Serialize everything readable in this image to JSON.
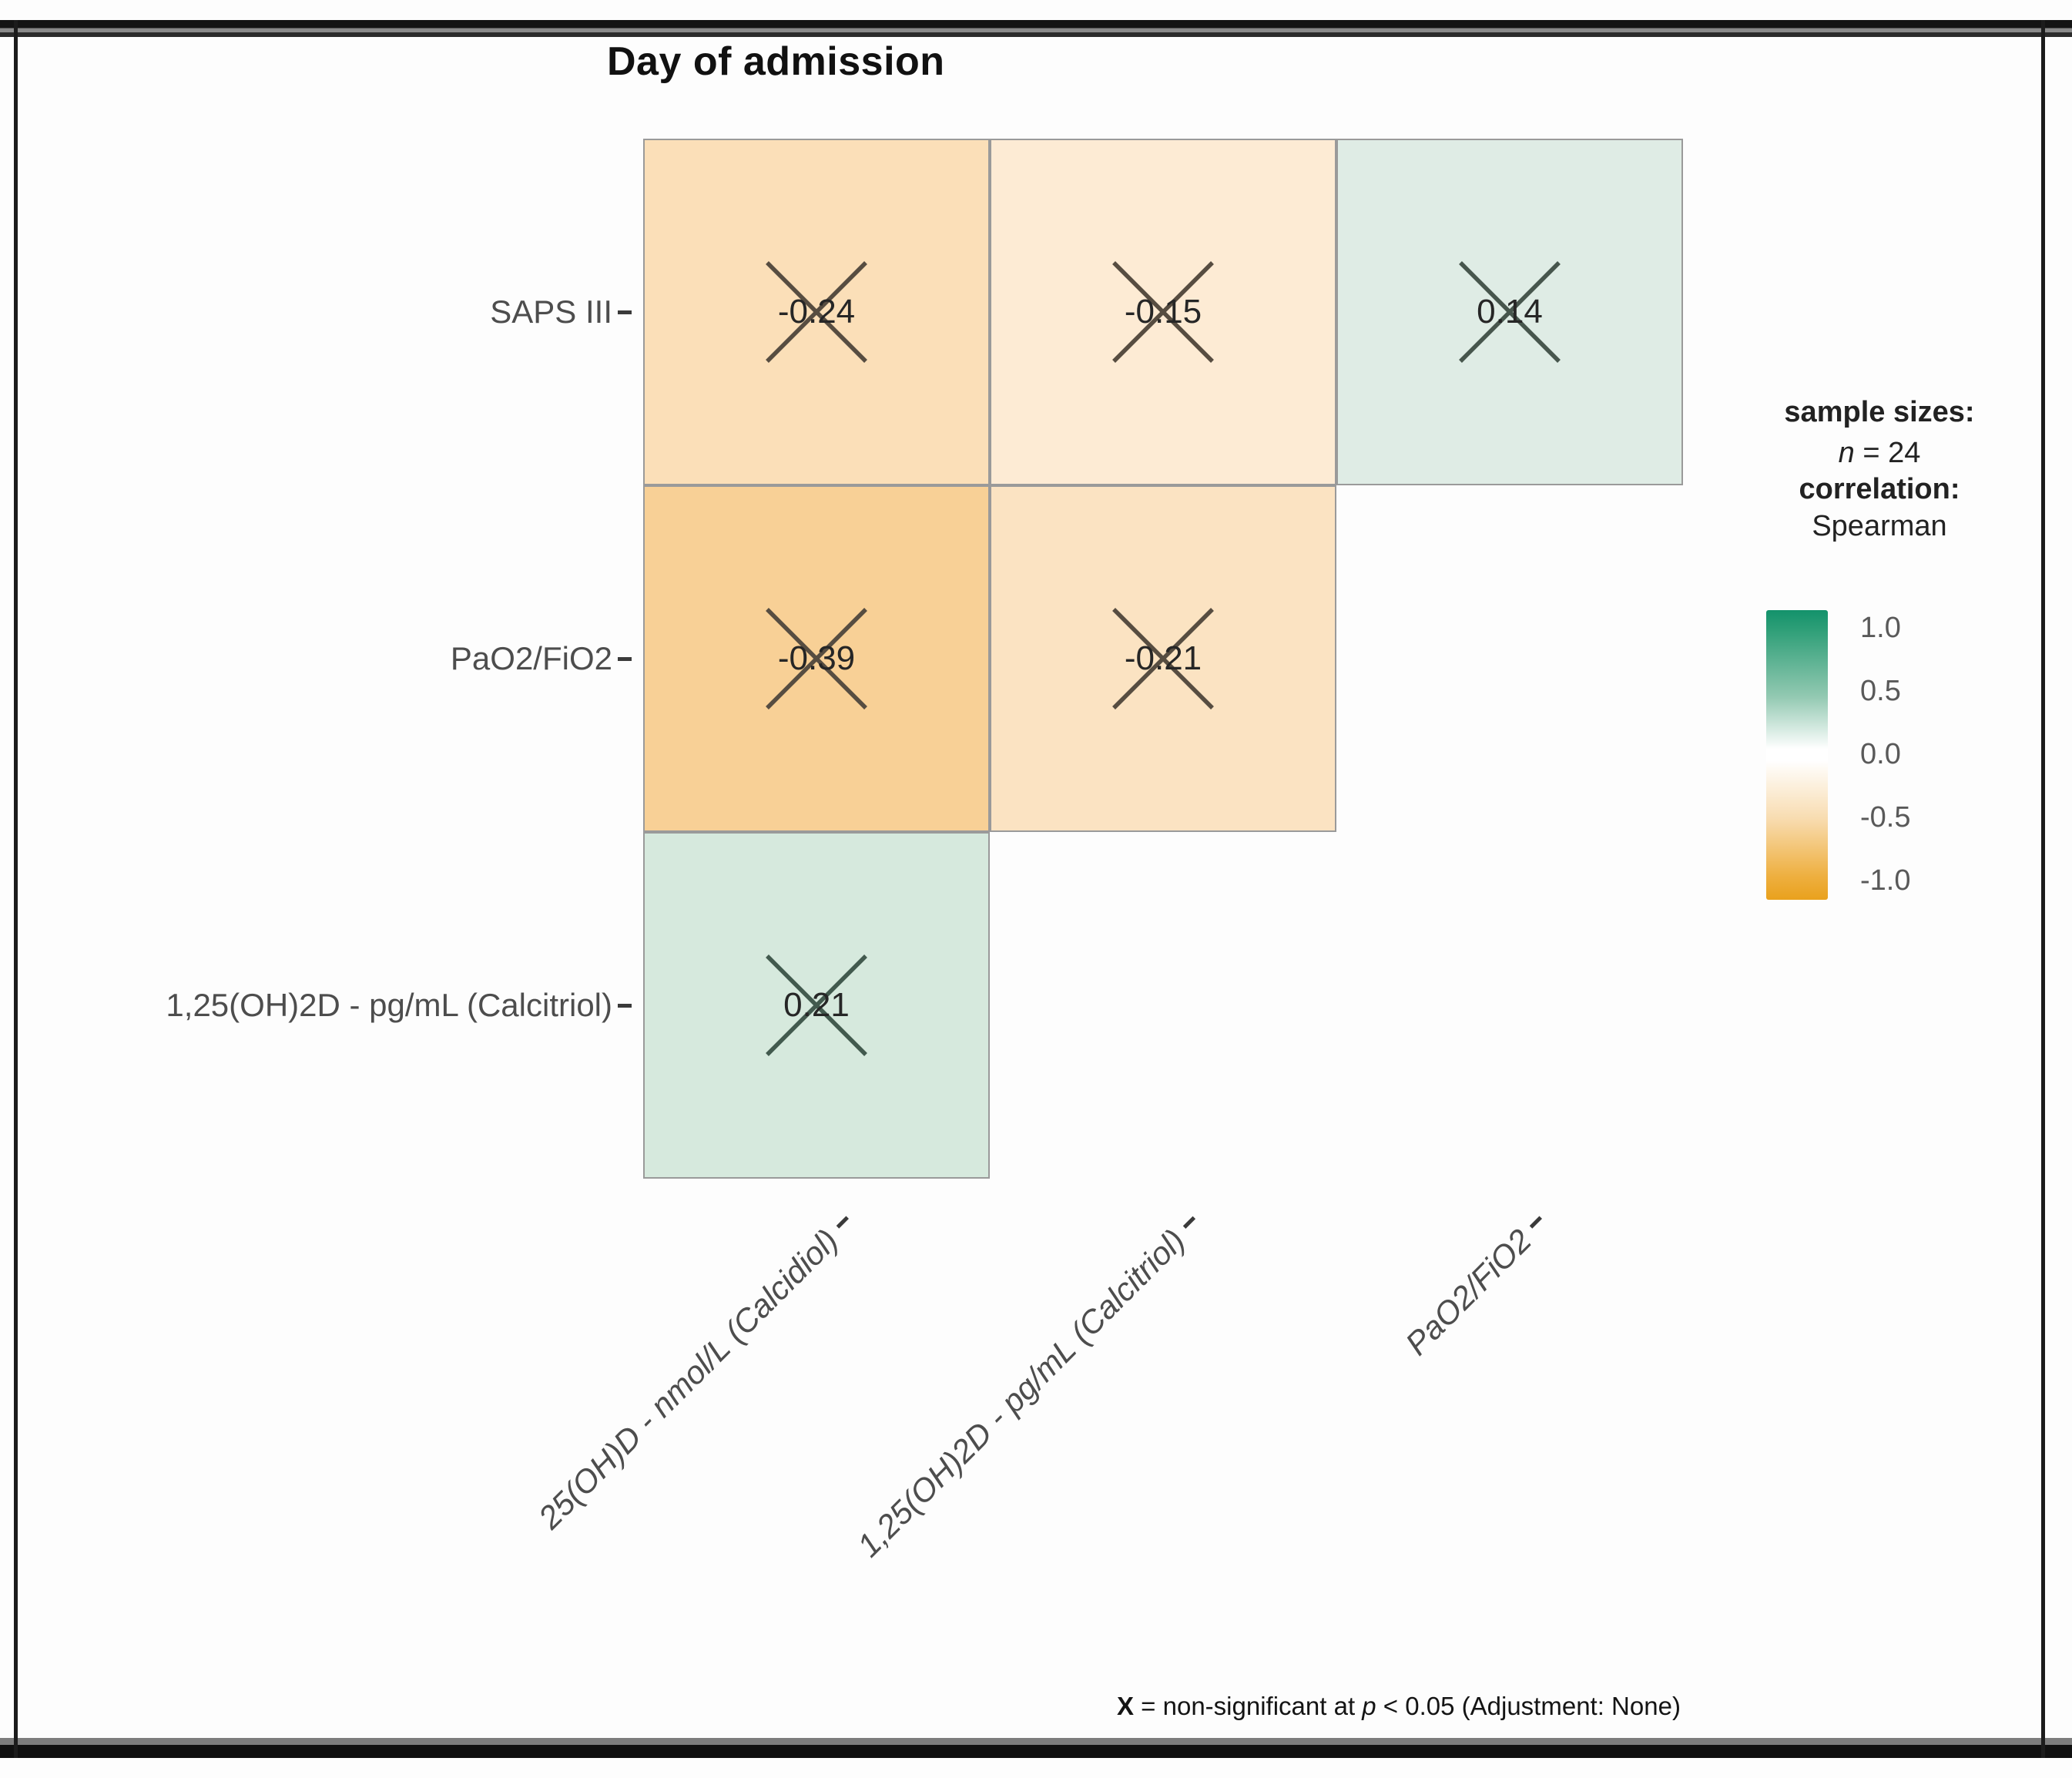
{
  "title": "Day of admission",
  "axes": {
    "y_labels": [
      "SAPS III",
      "PaO2/FiO2",
      "1,25(OH)2D - pg/mL (Calcitriol)"
    ],
    "x_labels": [
      "25(OH)D - nmol/L (Calcidiol)",
      "1,25(OH)2D - pg/mL (Calcitriol)",
      "PaO2/FiO2"
    ]
  },
  "cells": [
    {
      "row": "SAPS III",
      "column": "25(OH)D - nmol/L (Calcidiol)",
      "value": "-0.24",
      "color": "#fbdfb8",
      "x_color": "#574d41"
    },
    {
      "row": "SAPS III",
      "column": "1,25(OH)2D - pg/mL (Calcitriol)",
      "value": "-0.15",
      "color": "#fdebd4",
      "x_color": "#574d41"
    },
    {
      "row": "SAPS III",
      "column": "PaO2/FiO2",
      "value": "0.14",
      "color": "#dfece5",
      "x_color": "#47564d"
    },
    {
      "row": "PaO2/FiO2",
      "column": "25(OH)D - nmol/L (Calcidiol)",
      "value": "-0.39",
      "color": "#f8d096",
      "x_color": "#574d41"
    },
    {
      "row": "PaO2/FiO2",
      "column": "1,25(OH)2D - pg/mL (Calcitriol)",
      "value": "-0.21",
      "color": "#fbe3c2",
      "x_color": "#574d41"
    },
    {
      "row": "1,25(OH)2D - pg/mL (Calcitriol)",
      "column": "25(OH)D - nmol/L (Calcidiol)",
      "value": "0.21",
      "color": "#d6e9dd",
      "x_color": "#425a4e"
    }
  ],
  "legend": {
    "sample_sizes_label": "sample sizes:",
    "n_italic": "n",
    "n_rest": " = 24",
    "correlation_label": "correlation:",
    "correlation_method": "Spearman",
    "ticks": [
      "1.0",
      "0.5",
      "0.0",
      "-0.5",
      "-1.0"
    ],
    "gradient_top": "#13926b",
    "gradient_mid": "#ffffff",
    "gradient_bottom": "#e9a11d"
  },
  "footer": {
    "x_symbol": "X",
    "text_mid": " = non-significant at ",
    "p_italic": "p",
    "text_rest": " < 0.05 (Adjustment: None)"
  },
  "chart_data": {
    "type": "heatmap",
    "title": "Day of admission",
    "rows": [
      "SAPS III",
      "PaO2/FiO2",
      "1,25(OH)2D - pg/mL (Calcitriol)"
    ],
    "columns": [
      "25(OH)D - nmol/L (Calcidiol)",
      "1,25(OH)2D - pg/mL (Calcitriol)",
      "PaO2/FiO2"
    ],
    "values": [
      [
        -0.24,
        -0.15,
        0.14
      ],
      [
        -0.39,
        -0.21,
        null
      ],
      [
        0.21,
        null,
        null
      ]
    ],
    "significant": [
      [
        false,
        false,
        false
      ],
      [
        false,
        false,
        null
      ],
      [
        false,
        null,
        null
      ]
    ],
    "non_significant_marker": "X",
    "sample_size": 24,
    "correlation_method": "Spearman",
    "colorbar_range": [
      -1.0,
      1.0
    ],
    "colorbar_ticks": [
      1.0,
      0.5,
      0.0,
      -0.5,
      -1.0
    ],
    "color_scale": {
      "positive": "#13926b",
      "zero": "#ffffff",
      "negative": "#e9a11d"
    },
    "legend_position": "right",
    "grid": false,
    "note": "X = non-significant at p < 0.05 (Adjustment: None)"
  }
}
